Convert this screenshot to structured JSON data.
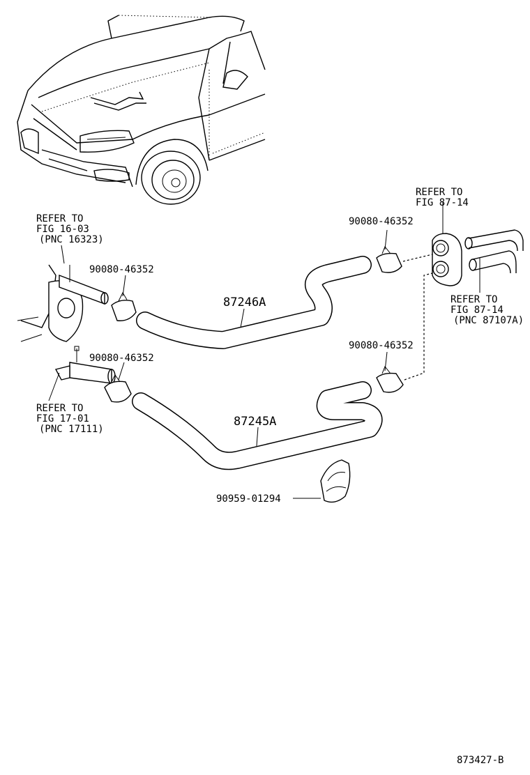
{
  "diagram": {
    "callouts": {
      "refer_16_03": [
        "REFER TO",
        "FIG 16-03",
        "(PNC 16323)"
      ],
      "refer_87_14_top": [
        "REFER TO",
        "FIG 87-14"
      ],
      "refer_87_14_right": [
        "REFER TO",
        "FIG 87-14",
        "(PNC 87107A)"
      ],
      "refer_17_01": [
        "REFER TO",
        "FIG 17-01",
        "(PNC 17111)"
      ]
    },
    "part_numbers": {
      "clamp_upper_left": "90080-46352",
      "clamp_upper_right": "90080-46352",
      "clamp_lower_left": "90080-46352",
      "clamp_lower_right": "90080-46352",
      "hose_upper": "87246A",
      "hose_lower": "87245A",
      "hose_clamp": "90959-01294"
    },
    "figure_code": "873427-B"
  }
}
